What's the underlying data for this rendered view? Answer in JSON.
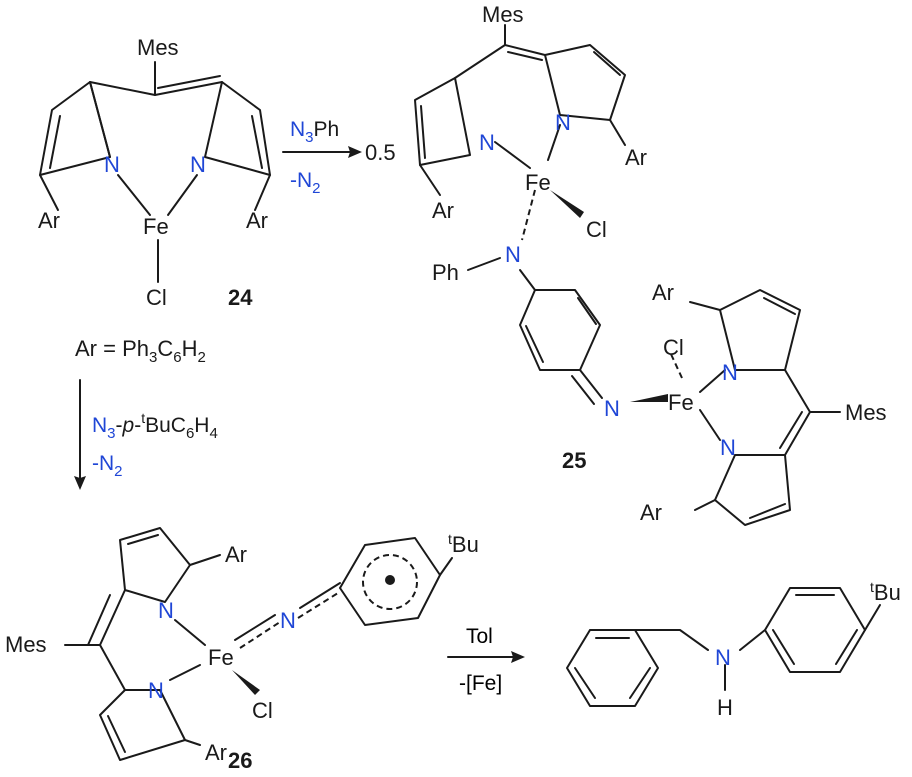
{
  "atoms": {
    "mes": "Mes",
    "ar": "Ar",
    "fe": "Fe",
    "cl": "Cl",
    "n": "N",
    "ph": "Ph",
    "h": "H",
    "tbu_sup": "t",
    "tbu": "Bu"
  },
  "compounds": {
    "c24": "24",
    "c25": "25",
    "c26": "26"
  },
  "definition": {
    "lhs": "Ar = Ph",
    "sub1": "3",
    "c": "C",
    "sub2": "6",
    "h": "H",
    "sub3": "2"
  },
  "arrow1": {
    "reagent_n": "N",
    "reagent_sub": "3",
    "reagent_rest": "Ph",
    "byproduct": "-N",
    "byproduct_sub": "2",
    "stoich": "0.5"
  },
  "arrow2": {
    "reagent_n": "N",
    "reagent_sub": "3",
    "reagent_dash": "-",
    "reagent_p": "p",
    "reagent_dash2": "-",
    "reagent_sup": "t",
    "reagent_bu": "BuC",
    "reagent_sub6": "6",
    "reagent_h": "H",
    "reagent_sub4": "4",
    "byproduct": "-N",
    "byproduct_sub": "2"
  },
  "arrow3": {
    "reagent": "Tol",
    "byproduct": "-[Fe]"
  },
  "colors": {
    "bond": "#1a1a1a",
    "nitrogen": "#1f46d6"
  }
}
